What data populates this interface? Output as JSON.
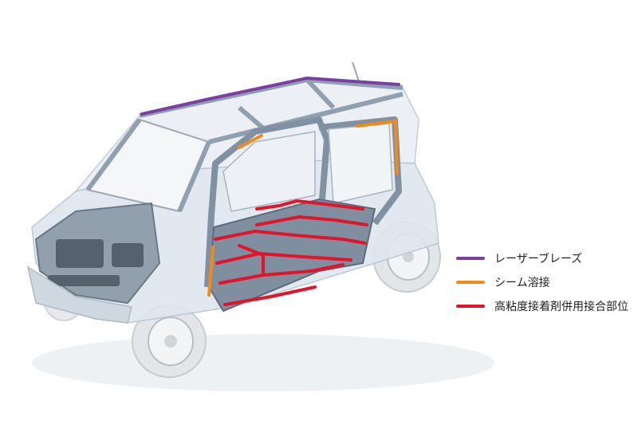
{
  "diagram": {
    "subject": "car-body-frame",
    "colors": {
      "laser_braze": "#7a3fa0",
      "seam_weld": "#f08a1c",
      "adhesive": "#e0142a",
      "body_glass": "#dfe6ee",
      "frame_steel": "#8fa0b1",
      "floor_steel": "#6f7f90",
      "tire": "#e6e8ea"
    }
  },
  "legend": {
    "items": [
      {
        "key": "laser_braze",
        "label": "レーザーブレーズ",
        "color": "#7a3fa0"
      },
      {
        "key": "seam_weld",
        "label": "シーム溶接",
        "color": "#f08a1c"
      },
      {
        "key": "adhesive",
        "label": "高粘度接着剤併用接合部位",
        "color": "#e0142a"
      }
    ]
  }
}
